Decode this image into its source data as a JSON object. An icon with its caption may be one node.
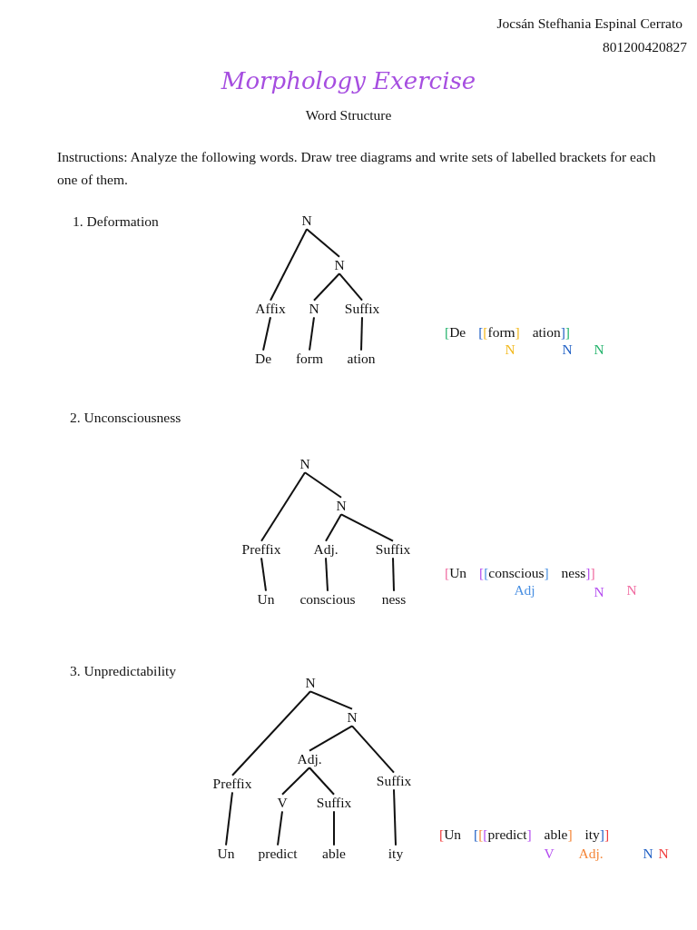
{
  "diagram": {
    "title": "Morphology Exercise",
    "nodes": [
      {
        "text": [
          "N"
        ]
      },
      {
        "text": [
          "N"
        ]
      },
      {
        "text": [
          "Affix"
        ]
      },
      {
        "text": [
          "N"
        ]
      },
      {
        "text": [
          "Suffix"
        ]
      },
      {
        "text": [
          "De"
        ]
      },
      {
        "text": [
          "form"
        ]
      },
      {
        "text": [
          "ation"
        ]
      },
      {
        "text": [
          "N"
        ]
      },
      {
        "text": [
          "N"
        ]
      },
      {
        "text": [
          "Preffix"
        ]
      },
      {
        "text": [
          "Adj."
        ]
      },
      {
        "text": [
          "Suffix"
        ]
      },
      {
        "text": [
          "Un"
        ]
      },
      {
        "text": [
          "conscious"
        ]
      },
      {
        "text": [
          "ness"
        ]
      },
      {
        "text": [
          "N"
        ]
      },
      {
        "text": [
          "N"
        ]
      },
      {
        "text": [
          "Adj."
        ]
      },
      {
        "text": [
          "Suffix"
        ]
      },
      {
        "text": [
          "Preffix"
        ]
      },
      {
        "text": [
          "V"
        ]
      },
      {
        "text": [
          "Suffix"
        ]
      },
      {
        "text": [
          "Un"
        ]
      },
      {
        "text": [
          "predict"
        ]
      },
      {
        "text": [
          "able"
        ]
      },
      {
        "text": [
          "ity"
        ]
      }
    ],
    "edges": [
      {
        "from": 0,
        "to": 2,
        "arrow": "none"
      },
      {
        "from": 0,
        "to": 1,
        "arrow": "none"
      },
      {
        "from": 1,
        "to": 3,
        "arrow": "none"
      },
      {
        "from": 1,
        "to": 4,
        "arrow": "none"
      },
      {
        "from": 2,
        "to": 5,
        "arrow": "none"
      },
      {
        "from": 3,
        "to": 6,
        "arrow": "none"
      },
      {
        "from": 4,
        "to": 7,
        "arrow": "none"
      },
      {
        "from": 8,
        "to": 10,
        "arrow": "none"
      },
      {
        "from": 8,
        "to": 9,
        "arrow": "none"
      },
      {
        "from": 9,
        "to": 11,
        "arrow": "none"
      },
      {
        "from": 9,
        "to": 12,
        "arrow": "none"
      },
      {
        "from": 10,
        "to": 13,
        "arrow": "none"
      },
      {
        "from": 11,
        "to": 14,
        "arrow": "none"
      },
      {
        "from": 12,
        "to": 15,
        "arrow": "none"
      },
      {
        "from": 16,
        "to": 20,
        "arrow": "none"
      },
      {
        "from": 16,
        "to": 17,
        "arrow": "none"
      },
      {
        "from": 17,
        "to": 18,
        "arrow": "none"
      },
      {
        "from": 17,
        "to": 19,
        "arrow": "none"
      },
      {
        "from": 18,
        "to": 21,
        "arrow": "none"
      },
      {
        "from": 18,
        "to": 22,
        "arrow": "none"
      },
      {
        "from": 20,
        "to": 23,
        "arrow": "none"
      },
      {
        "from": 21,
        "to": 24,
        "arrow": "none"
      },
      {
        "from": 22,
        "to": 25,
        "arrow": "none"
      },
      {
        "from": 19,
        "to": 26,
        "arrow": "none"
      }
    ],
    "labels": [
      "Jocsán Stefhania Espinal Cerrato",
      "801200420827",
      "Word Structure",
      "Instructions: Analyze the following words. Draw tree diagrams and write sets of labelled brackets for each one of them.",
      "1. Deformation",
      "[De [[form] ation]]",
      "N",
      "N",
      "N",
      "2. Unconsciousness",
      "[Un [[conscious] ness]]",
      "Adj",
      "N",
      "N",
      "3. Unpredictability",
      "[Un [[[predict] able] ity]]",
      "V",
      "Adj.",
      "N",
      "N"
    ]
  }
}
